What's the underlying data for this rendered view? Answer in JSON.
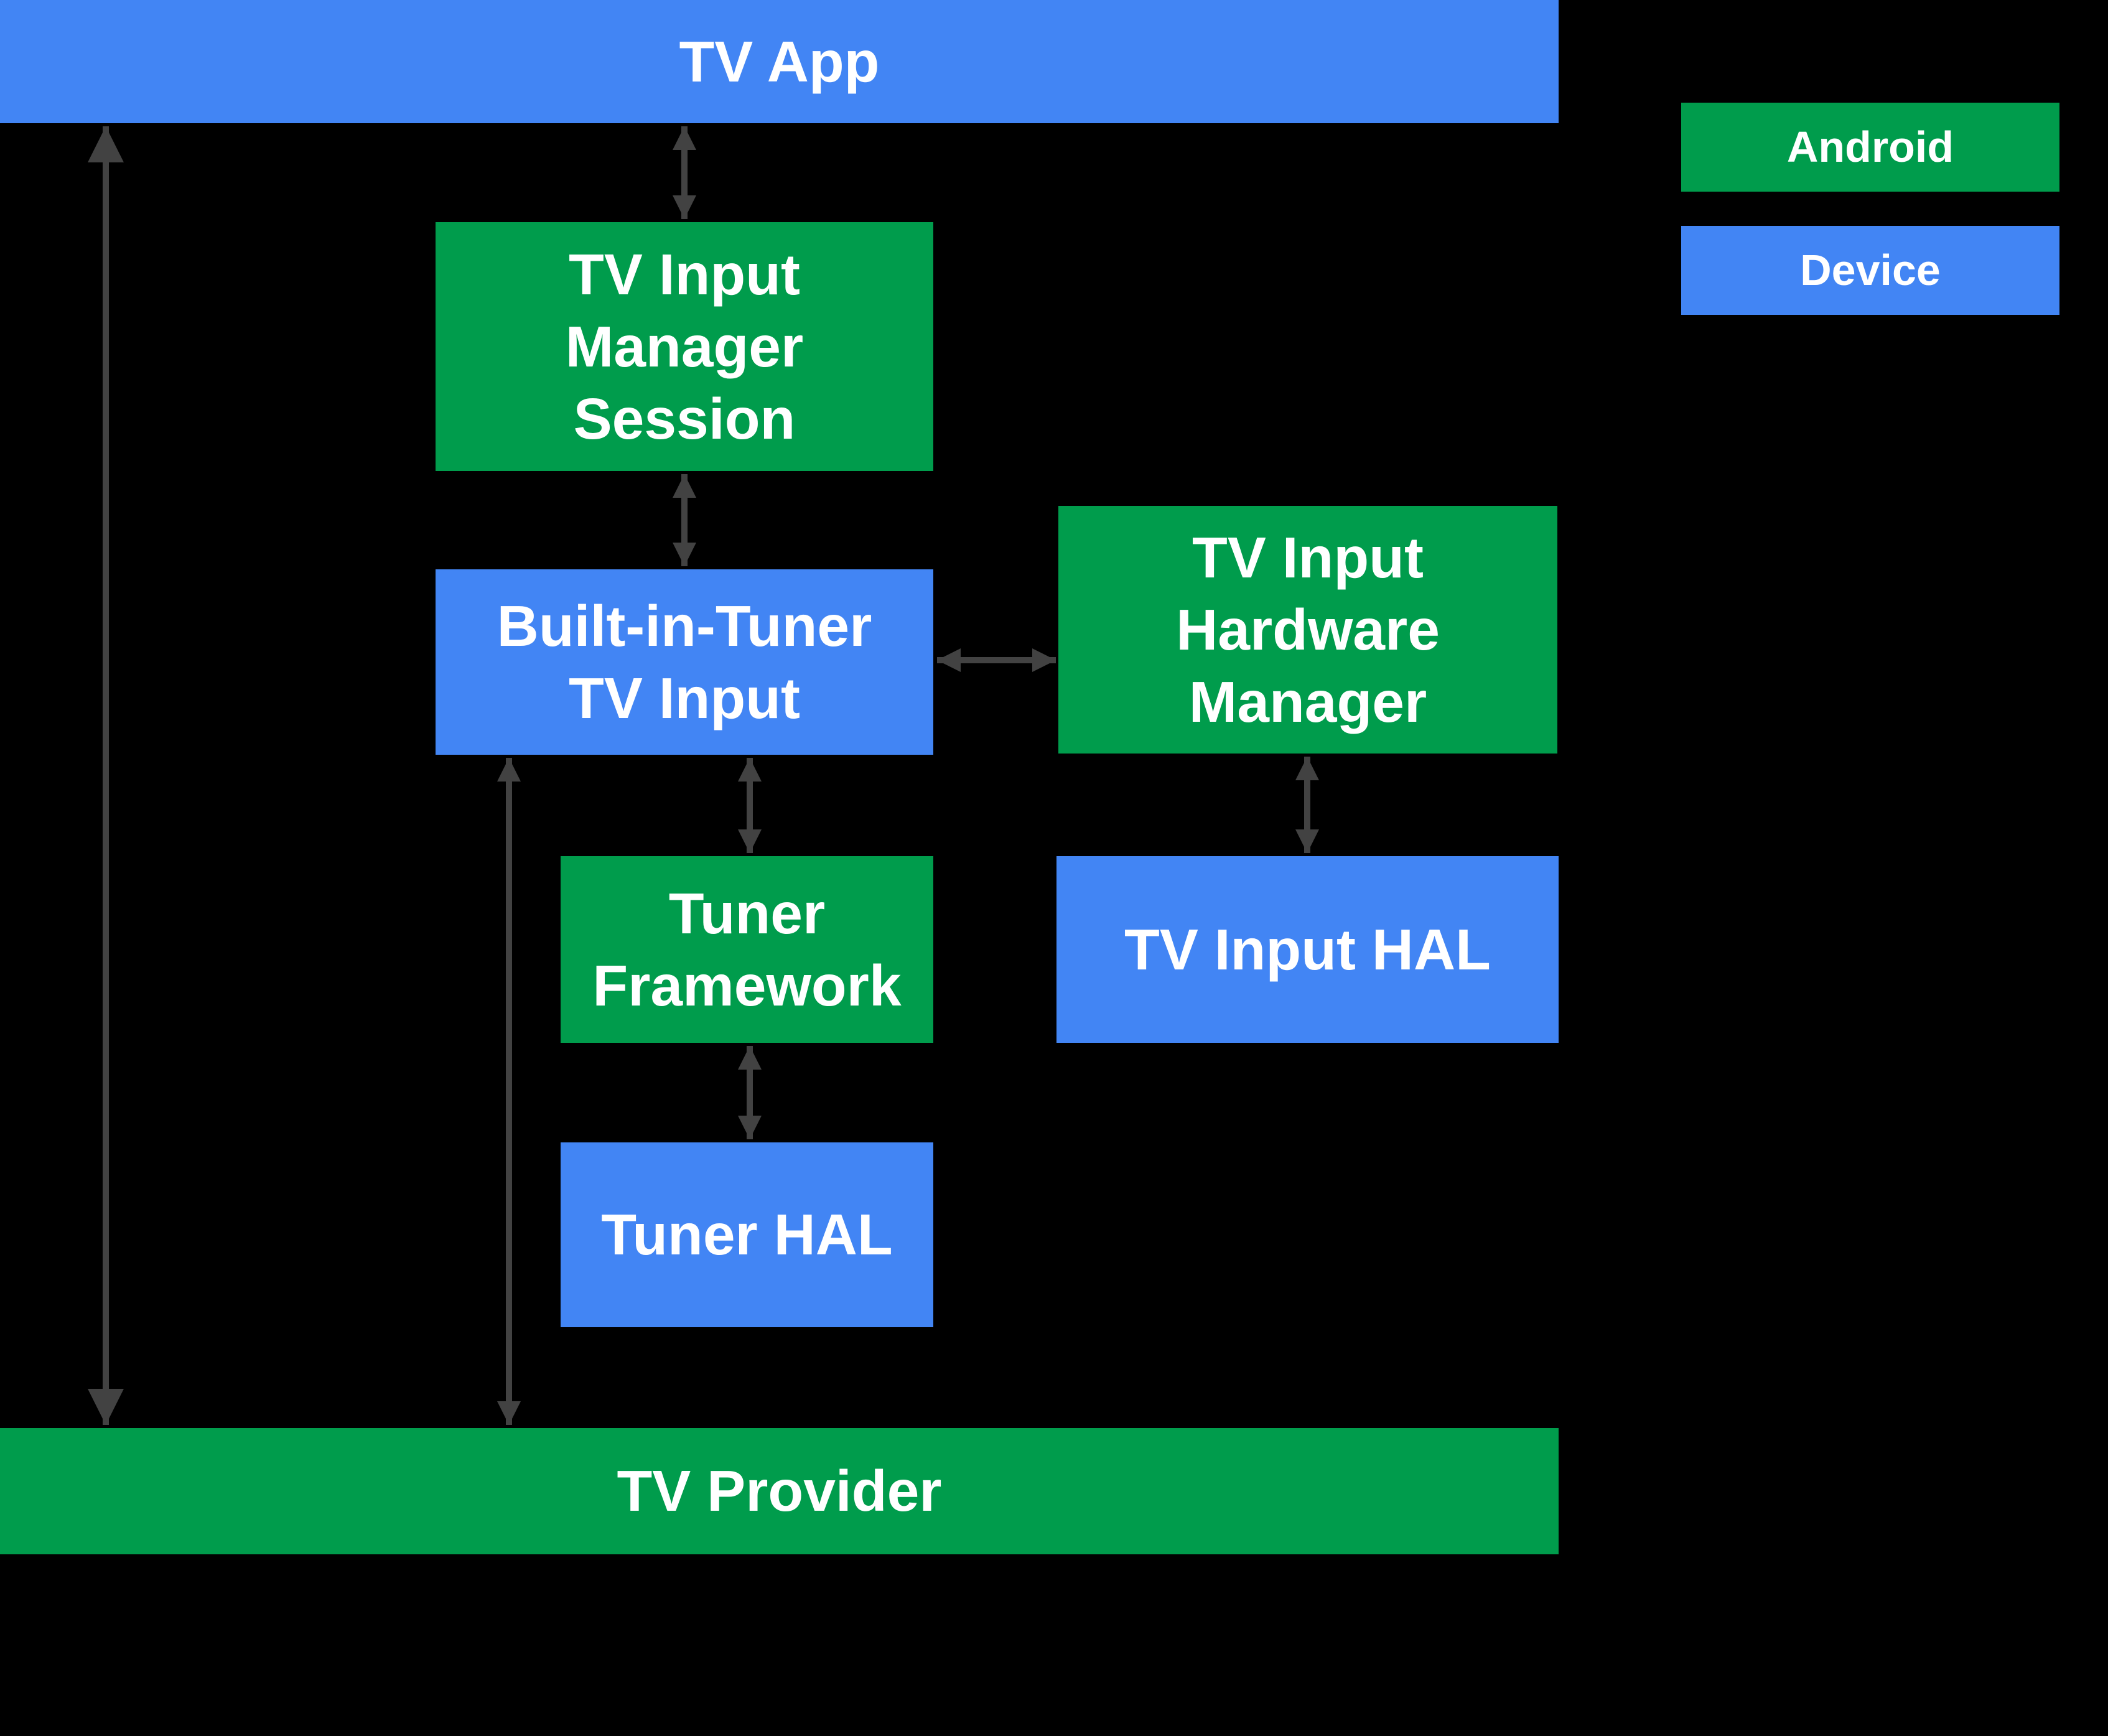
{
  "colors": {
    "android_green": "#009C4C",
    "device_blue": "#4285F4",
    "arrow_gray": "#424242",
    "background": "#000000",
    "text": "#FFFFFF"
  },
  "legend": {
    "android": {
      "label": "Android",
      "color": "#009C4C"
    },
    "device": {
      "label": "Device",
      "color": "#4285F4"
    }
  },
  "nodes": {
    "tv_app": {
      "label": "TV App",
      "type": "device"
    },
    "tv_input_manager_session": {
      "label": "TV Input\nManager\nSession",
      "type": "android"
    },
    "built_in_tuner_tv_input": {
      "label": "Built-in-Tuner\nTV Input",
      "type": "device"
    },
    "tv_input_hardware_manager": {
      "label": "TV Input\nHardware\nManager",
      "type": "android"
    },
    "tuner_framework": {
      "label": "Tuner\nFramework",
      "type": "android"
    },
    "tv_input_hal": {
      "label": "TV Input HAL",
      "type": "device"
    },
    "tuner_hal": {
      "label": "Tuner HAL",
      "type": "device"
    },
    "tv_provider": {
      "label": "TV Provider",
      "type": "android"
    }
  },
  "edges": [
    {
      "from": "tv_app",
      "to": "tv_provider",
      "direction": "bidirectional"
    },
    {
      "from": "tv_app",
      "to": "tv_input_manager_session",
      "direction": "bidirectional"
    },
    {
      "from": "tv_input_manager_session",
      "to": "built_in_tuner_tv_input",
      "direction": "bidirectional"
    },
    {
      "from": "built_in_tuner_tv_input",
      "to": "tv_input_hardware_manager",
      "direction": "bidirectional"
    },
    {
      "from": "tv_input_hardware_manager",
      "to": "tv_input_hal",
      "direction": "bidirectional"
    },
    {
      "from": "built_in_tuner_tv_input",
      "to": "tuner_framework",
      "direction": "bidirectional"
    },
    {
      "from": "built_in_tuner_tv_input",
      "to": "tv_provider",
      "direction": "bidirectional"
    },
    {
      "from": "tuner_framework",
      "to": "tuner_hal",
      "direction": "bidirectional"
    }
  ]
}
